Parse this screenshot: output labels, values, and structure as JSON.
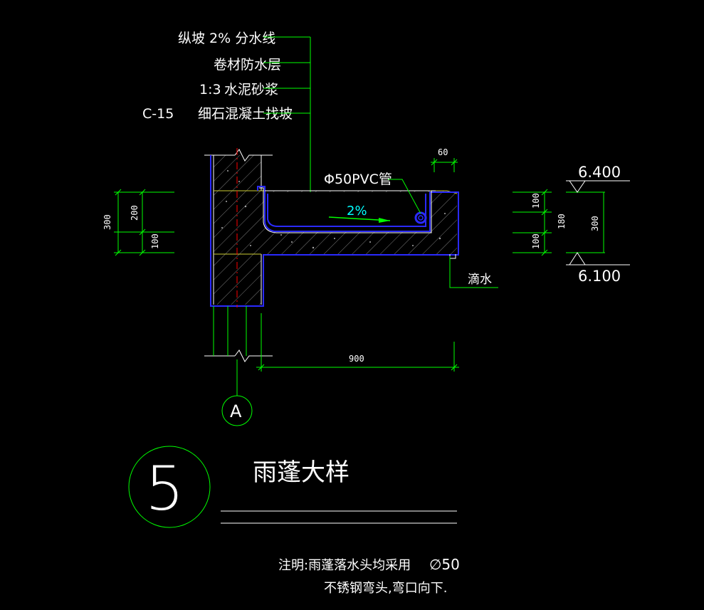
{
  "labels": {
    "slope_line": "纵坡  2% 分水线",
    "membrane": "卷材防水层",
    "mortar_ratio": "1:3",
    "mortar": "水泥砂浆",
    "concrete_grade": "C-15",
    "concrete": "细石混凝土找坡",
    "pvc_pipe": "Φ50PVC管",
    "slope": "2%",
    "drip": "滴水"
  },
  "dimensions": {
    "left_total": "300",
    "left_upper": "200",
    "left_lower": "100",
    "top_right": "60",
    "bottom_span": "900",
    "right_upper": "100",
    "right_mid": "180",
    "right_lower": "100",
    "right_total": "300"
  },
  "elevations": {
    "top": "6.400",
    "bottom": "6.100"
  },
  "axis": {
    "label": "A"
  },
  "title": {
    "number": "5",
    "text": "雨蓬大样"
  },
  "note": {
    "line1_prefix": "注明:雨蓬落水头均采用",
    "line1_spec": "∅50",
    "line2": "不锈钢弯头,弯口向下."
  },
  "colors": {
    "background": "#000000",
    "leader_green": "#00ff00",
    "outline_blue": "#2a2aff",
    "axis_red": "#ff0000",
    "slope_cyan": "#00ffff"
  }
}
